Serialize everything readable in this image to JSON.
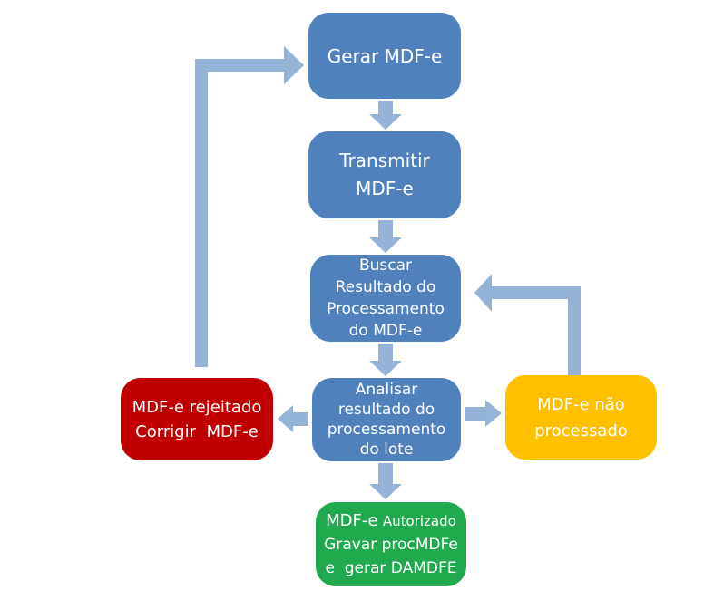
{
  "colors": {
    "process-fill": "#4f81bd",
    "error-fill": "#c00000",
    "warning-fill": "#ffc000",
    "success-fill": "#21aa4d",
    "arrow-fill": "#95b3d7",
    "node-text": "#ffffff"
  },
  "nodes": {
    "gerar": {
      "lines": [
        "Gerar MDF-e"
      ]
    },
    "transmitir": {
      "lines": [
        "Transmitir",
        "MDF-e"
      ]
    },
    "buscar": {
      "lines": [
        "Buscar",
        "Resultado do",
        "Processamento",
        "do MDF-e"
      ]
    },
    "analisar": {
      "lines": [
        "Analisar",
        "resultado do",
        "processamento",
        "do lote"
      ]
    },
    "rejeitado": {
      "lines": [
        "MDF-e rejeitado",
        "Corrigir  MDF-e"
      ]
    },
    "nao_processado": {
      "lines": [
        "MDF-e não",
        "processado"
      ]
    },
    "autorizado": {
      "heading_large": "MDF-e",
      "heading_small": "Autorizado",
      "lines": [
        "Gravar procMDFe",
        "e  gerar DAMDFE"
      ]
    }
  }
}
